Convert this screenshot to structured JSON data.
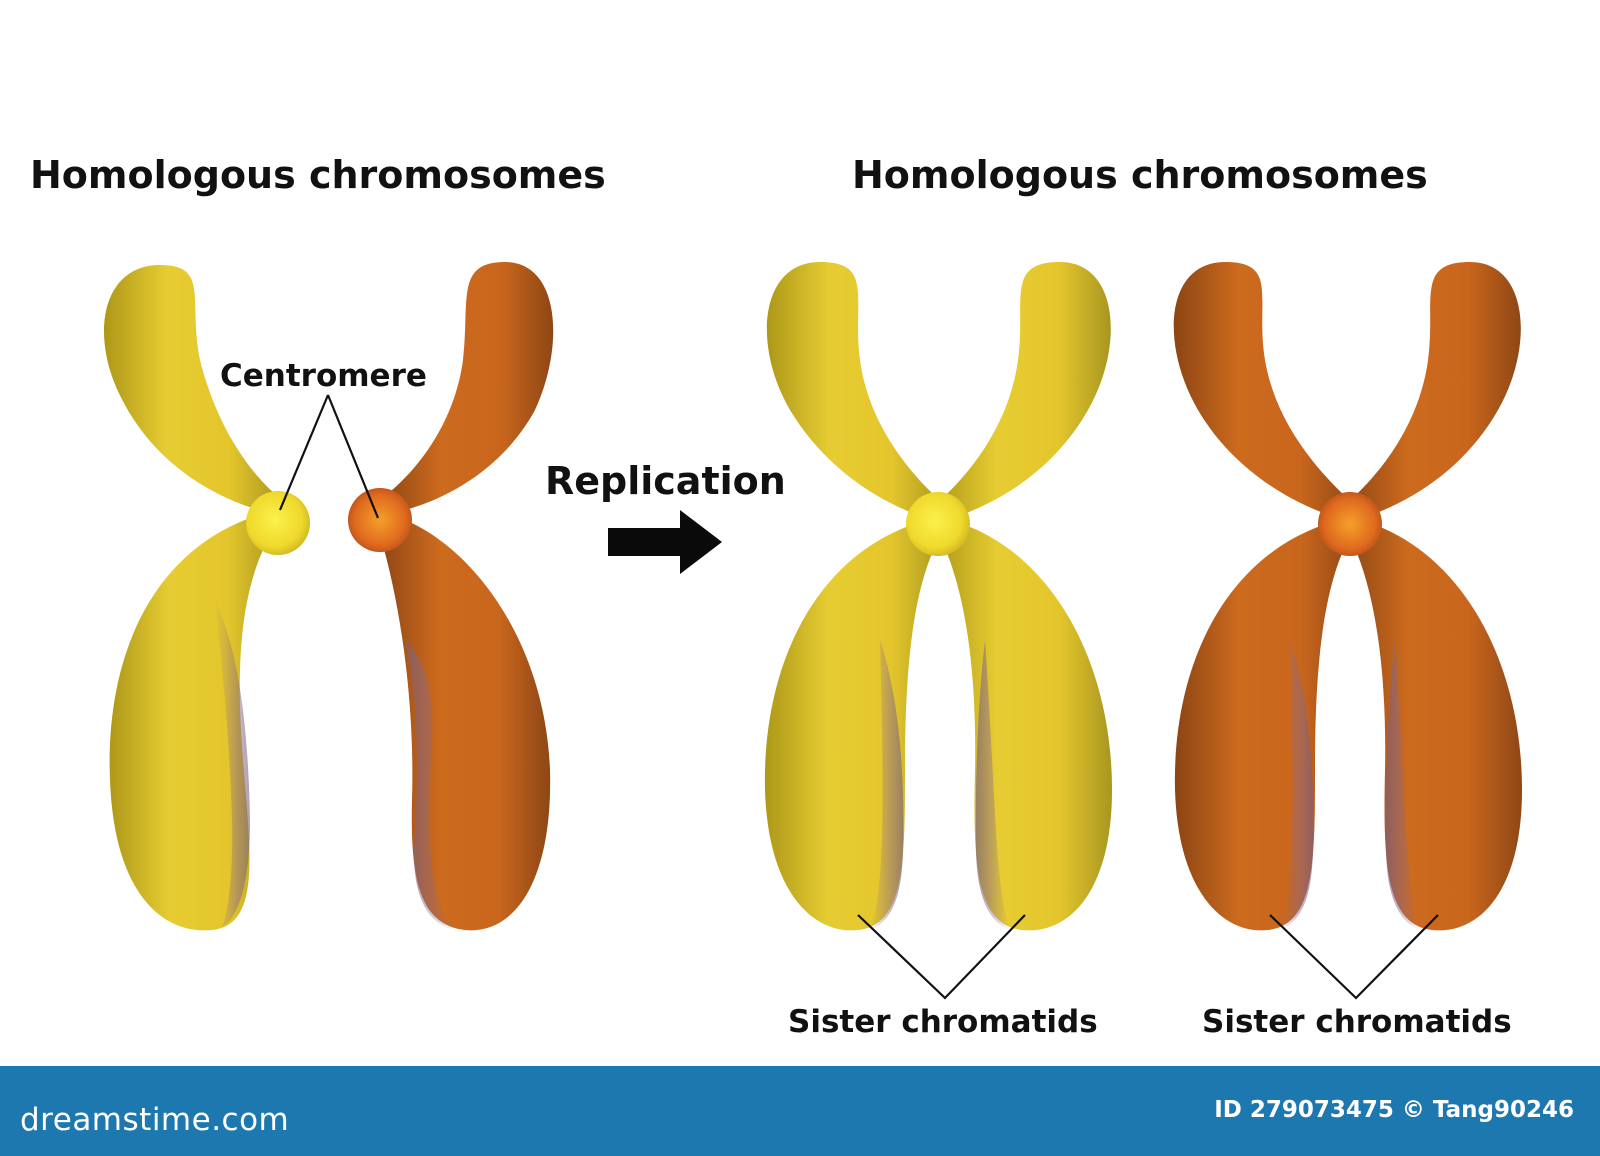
{
  "diagram": {
    "left_panel": {
      "title": "Homologous chromosomes",
      "centromere_label": "Centromere"
    },
    "process": {
      "label": "Replication",
      "arrow_icon": "right-arrow-icon"
    },
    "right_panel": {
      "title": "Homologous chromosomes",
      "sister_label_1": "Sister chromatids",
      "sister_label_2": "Sister chromatids"
    }
  },
  "colors": {
    "yellow_chromosome": "#e3c42e",
    "orange_chromosome": "#c8661c",
    "centromere_yellow": "#f3e030",
    "centromere_orange": "#e0611e",
    "footer_background": "#1d78b0"
  },
  "footer": {
    "brand": "dreamstime.com",
    "image_id": "ID 279073475 © Tang90246"
  }
}
